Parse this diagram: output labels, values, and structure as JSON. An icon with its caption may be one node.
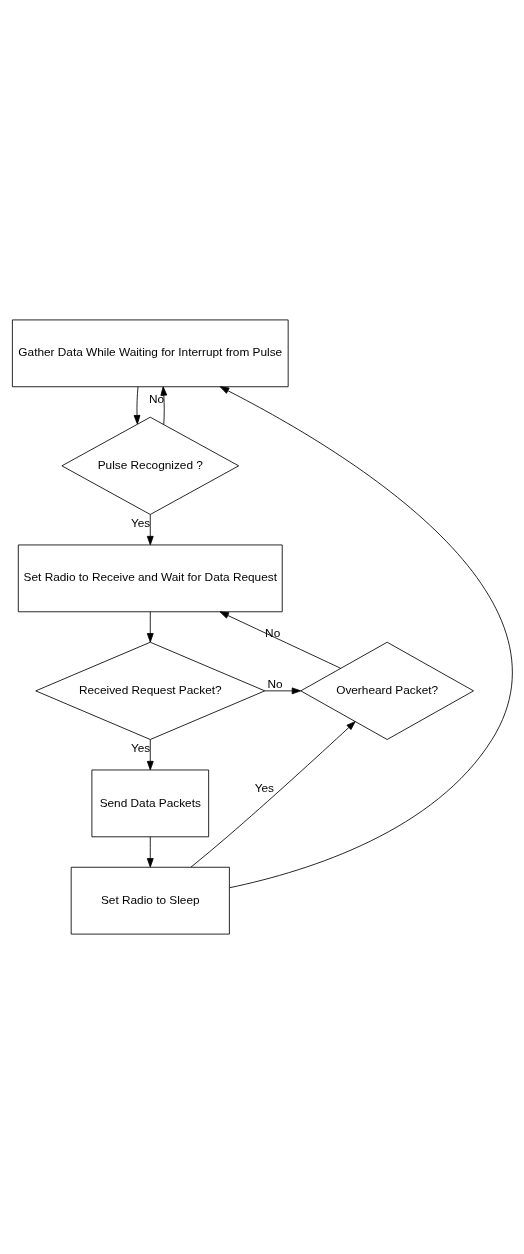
{
  "diagram": {
    "nodes": [
      {
        "text": [
          "Gather Data While Waiting for Interrupt from Pulse"
        ]
      },
      {
        "text": [
          "Pulse Recognized ?"
        ]
      },
      {
        "text": [
          "Set Radio to Receive and Wait for Data Request"
        ]
      },
      {
        "text": [
          "Received Request Packet?"
        ]
      },
      {
        "text": [
          "Overheard Packet?"
        ]
      },
      {
        "text": [
          "Send Data Packets"
        ]
      },
      {
        "text": [
          "Set Radio to Sleep"
        ]
      }
    ],
    "edges": [
      {
        "from": 0,
        "to": 1,
        "arrow": "to"
      },
      {
        "from": 1,
        "to": 0,
        "arrow": "to",
        "label": "No"
      },
      {
        "from": 1,
        "to": 2,
        "arrow": "to",
        "label": "Yes"
      },
      {
        "from": 4,
        "to": 2,
        "arrow": "to",
        "label": "No"
      },
      {
        "from": 2,
        "to": 3,
        "arrow": "to"
      },
      {
        "from": 3,
        "to": 4,
        "arrow": "to",
        "label": "No"
      },
      {
        "from": 3,
        "to": 5,
        "arrow": "to",
        "label": "Yes"
      },
      {
        "from": 5,
        "to": 6,
        "arrow": "to"
      },
      {
        "from": 6,
        "to": 4,
        "arrow": "to",
        "label": "Yes"
      },
      {
        "from": 6,
        "to": 0,
        "arrow": "to"
      }
    ]
  }
}
